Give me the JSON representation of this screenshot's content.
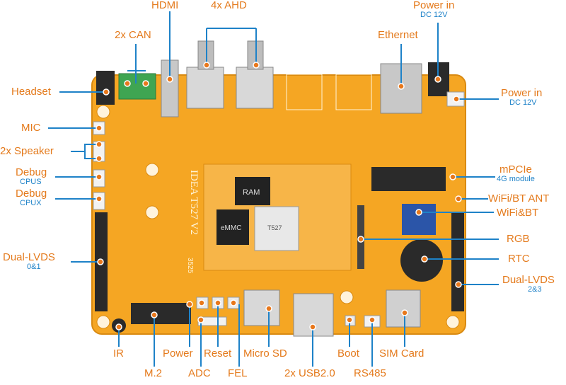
{
  "colors": {
    "label": "#e47a1c",
    "sublabel": "#1e82c8",
    "leader": "#1e82c8",
    "board": "#f5a623",
    "board_dark": "#d98a12",
    "dot": "#e8781c"
  },
  "board": {
    "silkscreen_model": "IDEA T527 V2",
    "silkscreen_code": "3525",
    "chip_ram": "RAM",
    "chip_emmc": "eMMC",
    "soc_name": "T527"
  },
  "labels": {
    "hdmi": "HDMI",
    "ahd": "4x AHD",
    "power_in_top": "Power in",
    "power_in_top_sub": "DC 12V",
    "can": "2x CAN",
    "ethernet": "Ethernet",
    "headset": "Headset",
    "power_in_right": "Power in",
    "power_in_right_sub": "DC 12V",
    "mic": "MIC",
    "speaker": "2x Speaker",
    "debug_cpus": "Debug",
    "debug_cpus_sub": "CPUS",
    "debug_cpux": "Debug",
    "debug_cpux_sub": "CPUX",
    "mpcie": "mPCIe",
    "mpcie_sub": "4G module",
    "wifi_ant": "WiFi/BT ANT",
    "wifi_bt": "WiFi&BT",
    "rgb": "RGB",
    "rtc": "RTC",
    "lvds_left": "Dual-LVDS",
    "lvds_left_sub": "0&1",
    "lvds_right": "Dual-LVDS",
    "lvds_right_sub": "2&3",
    "ir": "IR",
    "power": "Power",
    "reset": "Reset",
    "micro_sd": "Micro SD",
    "boot": "Boot",
    "sim_card": "SIM Card",
    "m2": "M.2",
    "adc": "ADC",
    "fel": "FEL",
    "usb": "2x USB2.0",
    "rs485": "RS485"
  }
}
